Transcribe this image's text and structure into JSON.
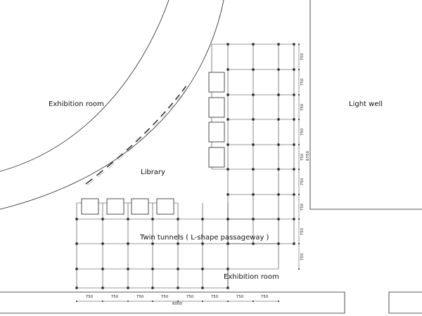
{
  "labels": {
    "exhibition_room_left": "Exhibition room",
    "light_well": "Light well",
    "library": "Library",
    "twin_tunnels": "Twin tunnels ( L-shape passageway )",
    "exhibition_room_bottom": "Exhibition room"
  },
  "dimensions": {
    "vertical_segments": [
      "750",
      "750",
      "750",
      "750",
      "750",
      "750",
      "750",
      "750",
      "750"
    ],
    "vertical_total": "6750",
    "horizontal_segments": [
      "750",
      "750",
      "750",
      "750",
      "750",
      "750",
      "750",
      "750"
    ],
    "horizontal_total": "6000"
  }
}
